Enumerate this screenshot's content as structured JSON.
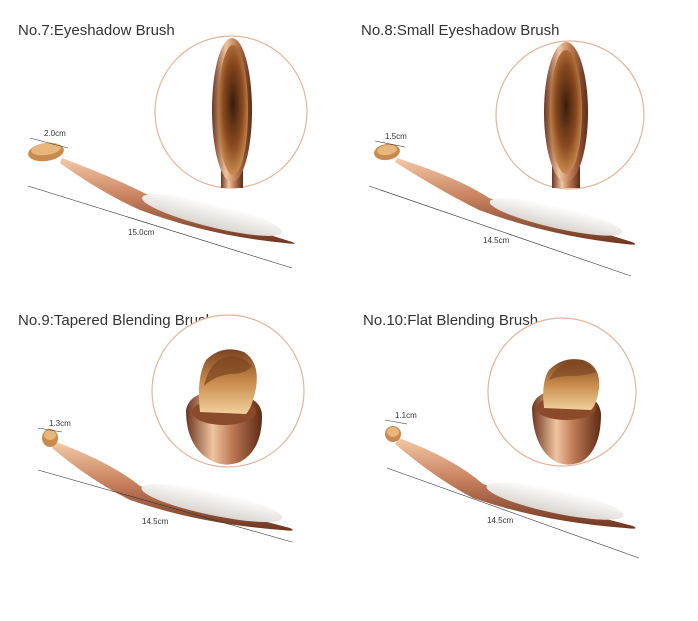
{
  "panels": [
    {
      "title": "No.7:Eyeshadow Brush",
      "head_width": "2.0cm",
      "length": "15.0cm",
      "head_type": "oval"
    },
    {
      "title": "No.8:Small Eyeshadow Brush",
      "head_width": "1.5cm",
      "length": "14.5cm",
      "head_type": "oval"
    },
    {
      "title": "No.9:Tapered Blending Brush",
      "head_width": "1.3cm",
      "length": "14.5cm",
      "head_type": "round"
    },
    {
      "title": "No.10:Flat Blending Brush",
      "head_width": "1.1cm",
      "length": "14.5cm",
      "head_type": "round"
    }
  ],
  "colors": {
    "rose_gold": "#c9825f",
    "rose_dark": "#7a3f26",
    "bristle": "#b8743a",
    "bristle_light": "#e9c07d",
    "circle": "#e2b49a"
  }
}
